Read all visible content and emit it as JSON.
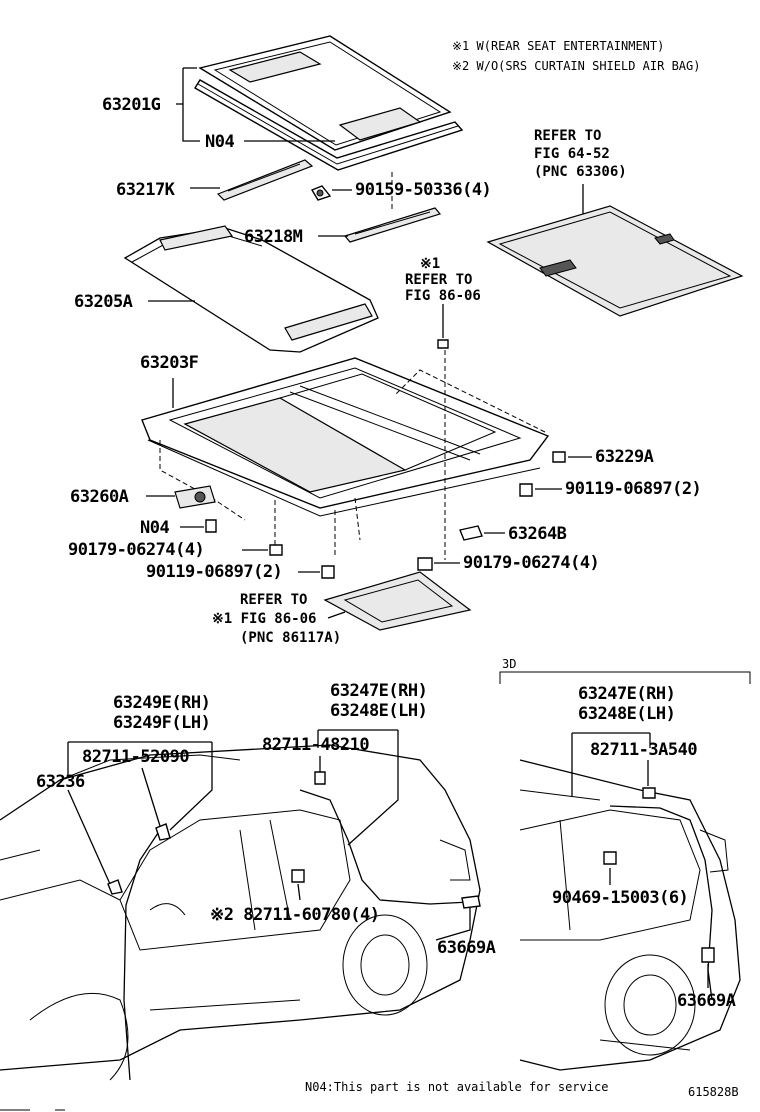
{
  "notes": {
    "n1": "※1 W(REAR SEAT ENTERTAINMENT)",
    "n2": "※2 W/O(SRS CURTAIN SHIELD AIR BAG)",
    "footer": "N04:This part is not available for service",
    "drawing_id": "615828B",
    "section_3d": "3D"
  },
  "refs": {
    "r1": [
      "REFER TO",
      "FIG 64-52",
      "(PNC 63306)"
    ],
    "r2": [
      "※1",
      "REFER TO",
      "FIG 86-06"
    ],
    "r3": [
      "REFER TO",
      "※1 FIG 86-06",
      "(PNC 86117A)"
    ]
  },
  "parts": {
    "p63201G": "63201G",
    "pN04a": "N04",
    "p63217K": "63217K",
    "p90159": "90159-50336(4)",
    "p63218M": "63218M",
    "p63205A": "63205A",
    "p63203F": "63203F",
    "p63229A": "63229A",
    "p90119a": "90119-06897(2)",
    "p63260A": "63260A",
    "pN04b": "N04",
    "p90179a": "90179-06274(4)",
    "p63264B": "63264B",
    "p90119b": "90119-06897(2)",
    "p90179b": "90179-06274(4)",
    "p63249E": "63249E(RH)",
    "p63249F": "63249F(LH)",
    "p63247E_a": "63247E(RH)",
    "p63248E_a": "63248E(LH)",
    "p82711_52090": "82711-52090",
    "p82711_48210": "82711-48210",
    "p63236": "63236",
    "p82711_60780": "※2 82711-60780(4)",
    "p63669A_a": "63669A",
    "p63247E_b": "63247E(RH)",
    "p63248E_b": "63248E(LH)",
    "p82711_3A540": "82711-3A540",
    "p90469": "90469-15003(6)",
    "p63669A_b": "63669A"
  }
}
